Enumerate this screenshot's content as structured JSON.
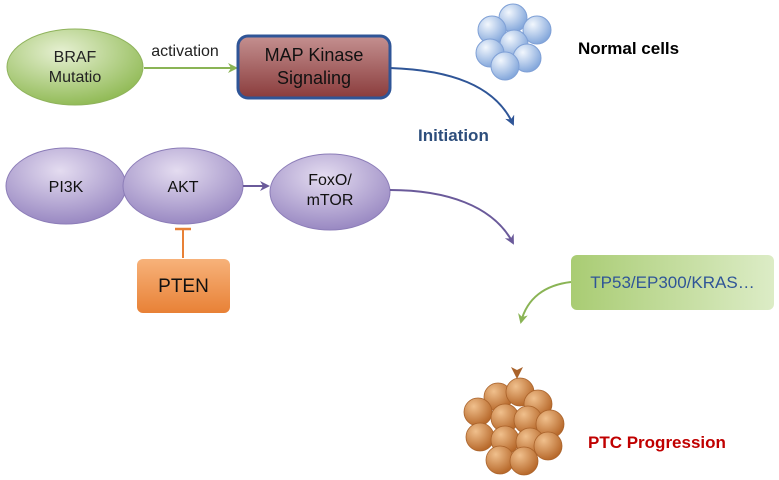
{
  "nodes": {
    "braf": {
      "line1": "BRAF",
      "line2": "Mutatio"
    },
    "activation_label": "activation",
    "map_kinase": {
      "line1": "MAP Kinase",
      "line2": "Signaling"
    },
    "pi3k": "PI3K",
    "akt": "AKT",
    "foxo": {
      "line1": "FoxO/",
      "line2": "mTOR"
    },
    "pten": "PTEN",
    "normal_cells": "Normal cells",
    "initiation": "Initiation",
    "tp53": "TP53/EP300/KRAS…",
    "ptc": "PTC Progression"
  },
  "colors": {
    "initiation_text": "#2d4e7c",
    "ptc_text": "#c00000",
    "green_oval": "#9dc062",
    "purple_oval": "#a897c8",
    "map_box": "#9b4a4a",
    "map_border": "#2f5597",
    "pten_box": "#f0944a",
    "tp53_box": "#b9d88c",
    "tp53_text": "#2f5597",
    "normal_cell": "#9cbde8",
    "tumor_cell": "#c9844a"
  }
}
